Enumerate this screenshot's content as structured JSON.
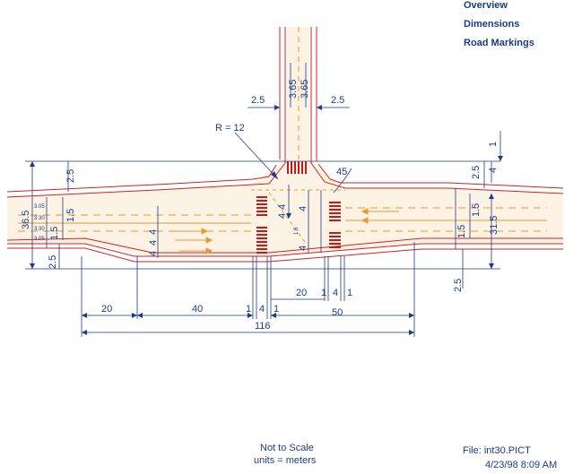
{
  "nav": {
    "overview": "Overview",
    "dimensions": "Dimensions",
    "road_markings": "Road Markings"
  },
  "footer": {
    "note_line1": "Not to Scale",
    "note_line2": "units = meters",
    "file": "File:  int30.PICT",
    "date": "4/23/98 8:09 AM"
  },
  "colors": {
    "road_edge": "#d42020",
    "dimension": "#1a3a8c",
    "marking": "#e89a30",
    "crosswalk": "#c81818"
  },
  "dimensions": {
    "radius": "R = 12",
    "angle": "45",
    "top_left_2_5": "2.5",
    "top_right_2_5": "2.5",
    "lane_a": "3.65",
    "lane_b": "3.65",
    "right_1": "1",
    "right_2_5": "2.5",
    "right_4": "4",
    "left_36_5": "36.5",
    "left_2_5_top": "2.5",
    "left_1_5_a": "1.5",
    "left_1_5_b": "1.5",
    "left_2_5_bot": "2.5",
    "small_1": "3.05",
    "small_2": "3.30",
    "small_3": "3.30",
    "small_4": "3.05",
    "mid_4_4_a": "4",
    "mid_4_4_b": "4",
    "mid_4_4_c": "4",
    "center_4_a": "4",
    "center_4_b": "4",
    "center_4_c": "4",
    "center_4_d": "4",
    "center_1_5": "1.5",
    "right_1_5_a": "1.5",
    "right_1_5_b": "1.5",
    "right_31_5": "31.5",
    "right_2_5_bot": "2.5",
    "b_20_left": "20",
    "b_40": "40",
    "b_1_a": "1",
    "b_4_a": "4",
    "b_1_b": "1",
    "b_20_right": "20",
    "b_1_c": "1",
    "b_4_b": "4",
    "b_1_d": "1",
    "b_50": "50",
    "b_116": "116"
  }
}
